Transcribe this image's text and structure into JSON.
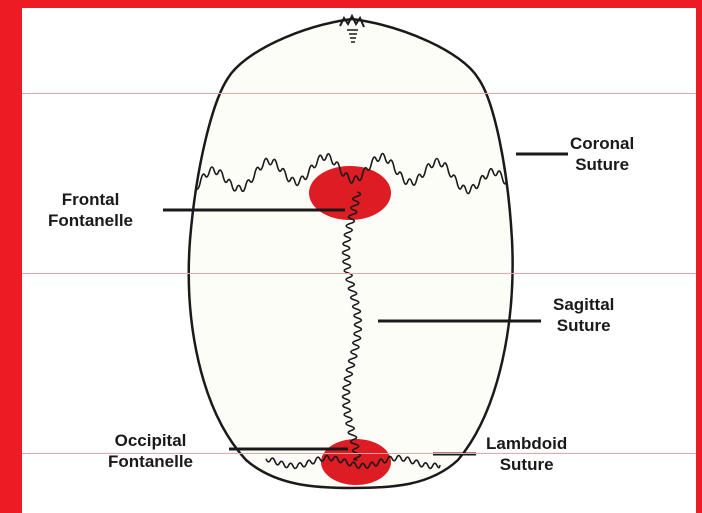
{
  "labels": {
    "coronal_suture": [
      "Coronal",
      "Suture"
    ],
    "frontal_fontanelle": [
      "Frontal",
      "Fontanelle"
    ],
    "sagittal_suture": [
      "Sagittal",
      "Suture"
    ],
    "occipital_fontanelle": [
      "Occipital",
      "Fontanelle"
    ],
    "lambdoid_suture": [
      "Lambdoid",
      "Suture"
    ]
  },
  "colors": {
    "border": "#ed1c24",
    "fontanelle_fill": "#dd1c24",
    "outline": "#1a1a1a",
    "skull_fill": "#fdfdf7"
  }
}
